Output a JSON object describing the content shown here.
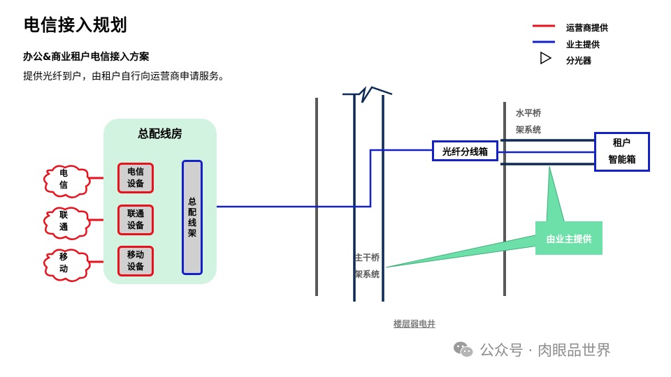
{
  "title": "电信接入规划",
  "subtitle": "办公&商业租户电信接入方案",
  "description": "提供光纤到户，由租户自行向运营商申请服务。",
  "legend": [
    {
      "label": "运营商提供",
      "icon": "red-line",
      "color": "#e8111c"
    },
    {
      "label": "业主提供",
      "icon": "blue-line",
      "color": "#1420c8"
    },
    {
      "label": "分光器",
      "icon": "triangle-outline"
    }
  ],
  "room": {
    "title": "总配线房",
    "frame_label": "总配线架",
    "equipment": [
      {
        "line1": "电信",
        "line2": "设备"
      },
      {
        "line1": "联通",
        "line2": "设备"
      },
      {
        "line1": "移动",
        "line2": "设备"
      }
    ]
  },
  "carriers": [
    {
      "line1": "电",
      "line2": "信"
    },
    {
      "line1": "联",
      "line2": "通"
    },
    {
      "line1": "移",
      "line2": "动"
    }
  ],
  "fiber_box": "光纤分线箱",
  "tenant_box": {
    "line1": "租户",
    "line2": "智能箱"
  },
  "horizontal_tray": {
    "line1": "水平桥",
    "line2": "架系统"
  },
  "main_tray": {
    "line1": "主干桥",
    "line2": "架系统"
  },
  "callout": "由业主提供",
  "shaft_label": "楼层弱电井",
  "watermark": {
    "text": "公众号 · 肉眼品世界",
    "icon": "wechat-icon"
  },
  "colors": {
    "operator": "#e8111c",
    "owner": "#1420c8",
    "room_bg": "#d3f3e1",
    "callout": "#6ddfa8",
    "tray": "#595959"
  }
}
